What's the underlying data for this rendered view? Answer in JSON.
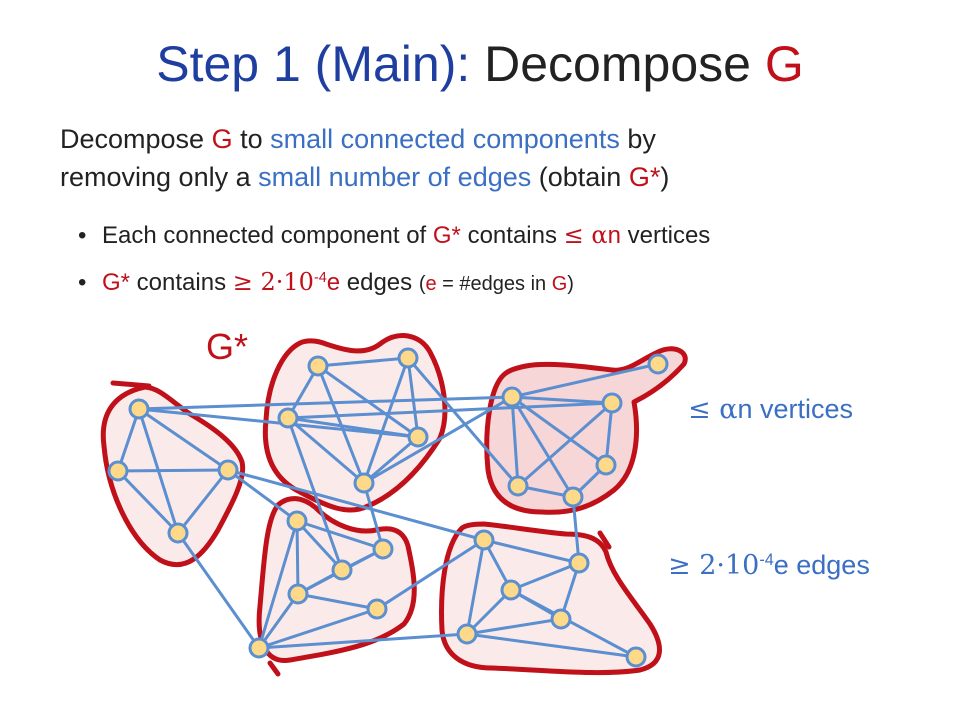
{
  "title": {
    "prefix": "Step 1 (Main): ",
    "main": "Decompose ",
    "var": "G"
  },
  "intro": {
    "t1": "Decompose ",
    "g": "G",
    "t2": " to ",
    "t3": "small connected components",
    "t4": " by",
    "t5": "removing only a ",
    "t6": "small number of edges",
    "t7": " (obtain ",
    "t8": "G*",
    "t9": ")"
  },
  "bullet1": {
    "t1": "Each connected component of ",
    "gs": "G*",
    "t2": " contains ",
    "sym": "≤ α",
    "t3": "n",
    "t4": " vertices"
  },
  "bullet2": {
    "gs": "G*",
    "t1": " contains ",
    "sym": "≥ 2·10",
    "exp": "-4",
    "e": "e",
    "t2": " edges ",
    "p1": "(",
    "pe": "e",
    "p2": " = #edges in ",
    "pg": "G",
    "p3": ")"
  },
  "diagram": {
    "gstar": "G*",
    "vertices_label": {
      "sym": "≤ α",
      "text": "n vertices"
    },
    "edges_label": {
      "sym": "≥ 2·10",
      "exp": "-4",
      "text": "e edges"
    },
    "colors": {
      "region_fill": "#fbeaea",
      "region_fill_highlight": "#f6d6d6",
      "region_stroke": "#c0101a",
      "edge": "#5b8fd0",
      "node_fill": "#fdd989",
      "node_stroke": "#5b8fd0"
    }
  }
}
